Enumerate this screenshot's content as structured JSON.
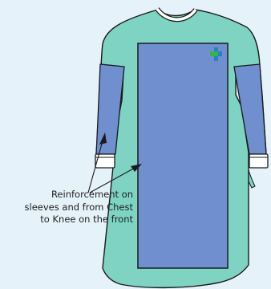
{
  "annotation": {
    "lines": [
      "Reinforcement on",
      "sleeves and from Chest",
      "to Knee on the front"
    ]
  },
  "colors": {
    "background": "#e6f2fa",
    "gown": "#7ed3c3",
    "reinforcement": "#6f8fcf",
    "outline": "#1a1a1a",
    "cuff": "#ffffff",
    "logo_green": "#36b44a",
    "logo_blue": "#2b7fc3"
  },
  "icons": {
    "logo": "medical-cross-logo-icon"
  }
}
